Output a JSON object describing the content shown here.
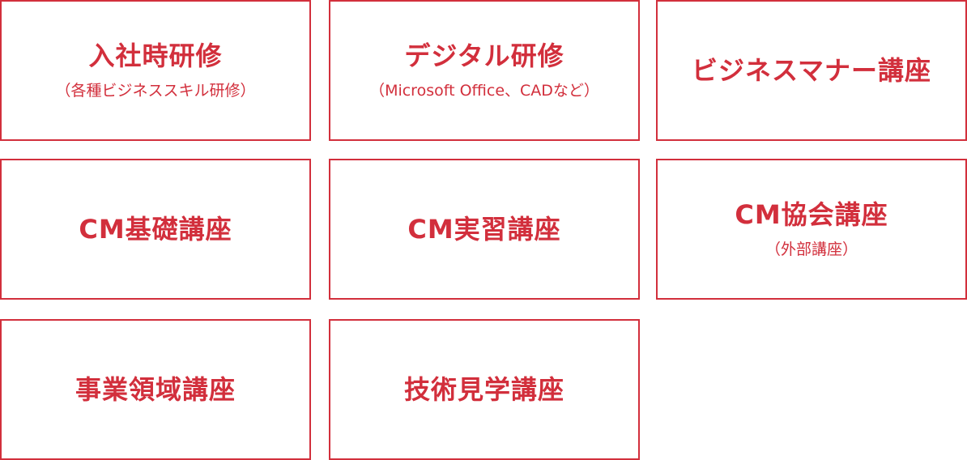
{
  "accent_color": "#d22f3c",
  "cards": [
    {
      "title": "入社時研修",
      "subtitle": "（各種ビジネススキル研修）"
    },
    {
      "title": "デジタル研修",
      "subtitle": "（Microsoft Office、CADなど）"
    },
    {
      "title": "ビジネスマナー講座"
    },
    {
      "title": "CM基礎講座"
    },
    {
      "title": "CM実習講座"
    },
    {
      "title": "CM協会講座",
      "subtitle": "（外部講座）"
    },
    {
      "title": "事業領域講座"
    },
    {
      "title": "技術見学講座"
    }
  ]
}
